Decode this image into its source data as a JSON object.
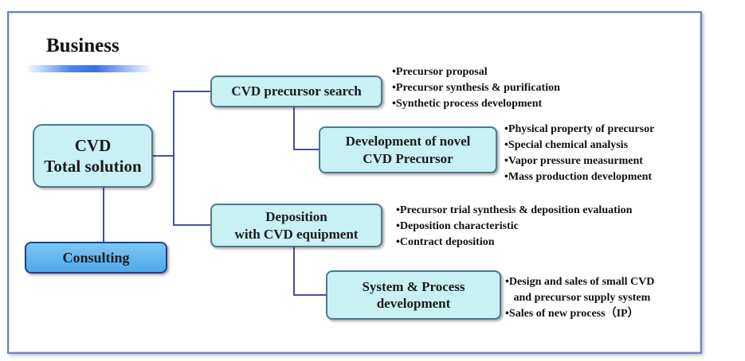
{
  "heading": "Business",
  "nodes": {
    "total_solution": "CVD\nTotal solution",
    "consulting": "Consulting",
    "precursor_search": "CVD precursor search",
    "novel_precursor": "Development of novel\nCVD Precursor",
    "deposition": "Deposition\nwith CVD equipment",
    "system_process": "System & Process\ndevelopment"
  },
  "notes": {
    "precursor_search": [
      "•Precursor proposal",
      "•Precursor synthesis & purification",
      "•Synthetic process development"
    ],
    "novel_precursor": [
      "•Physical property of precursor",
      "•Special chemical analysis",
      "•Vapor pressure measurment",
      "•Mass production development"
    ],
    "deposition": [
      "•Precursor trial synthesis & deposition evaluation",
      "•Deposition characteristic",
      "•Contract deposition"
    ],
    "system_process": [
      "•Design and sales of small CVD",
      "   and precursor supply system",
      "•Sales of new process（IP）"
    ]
  },
  "colors": {
    "box_fill": "#c9f0f2",
    "box_border": "#4a7a8c",
    "consult_fill": "#5fb5ee",
    "connector": "#4a4ea3",
    "frame": "#6b86c4"
  }
}
